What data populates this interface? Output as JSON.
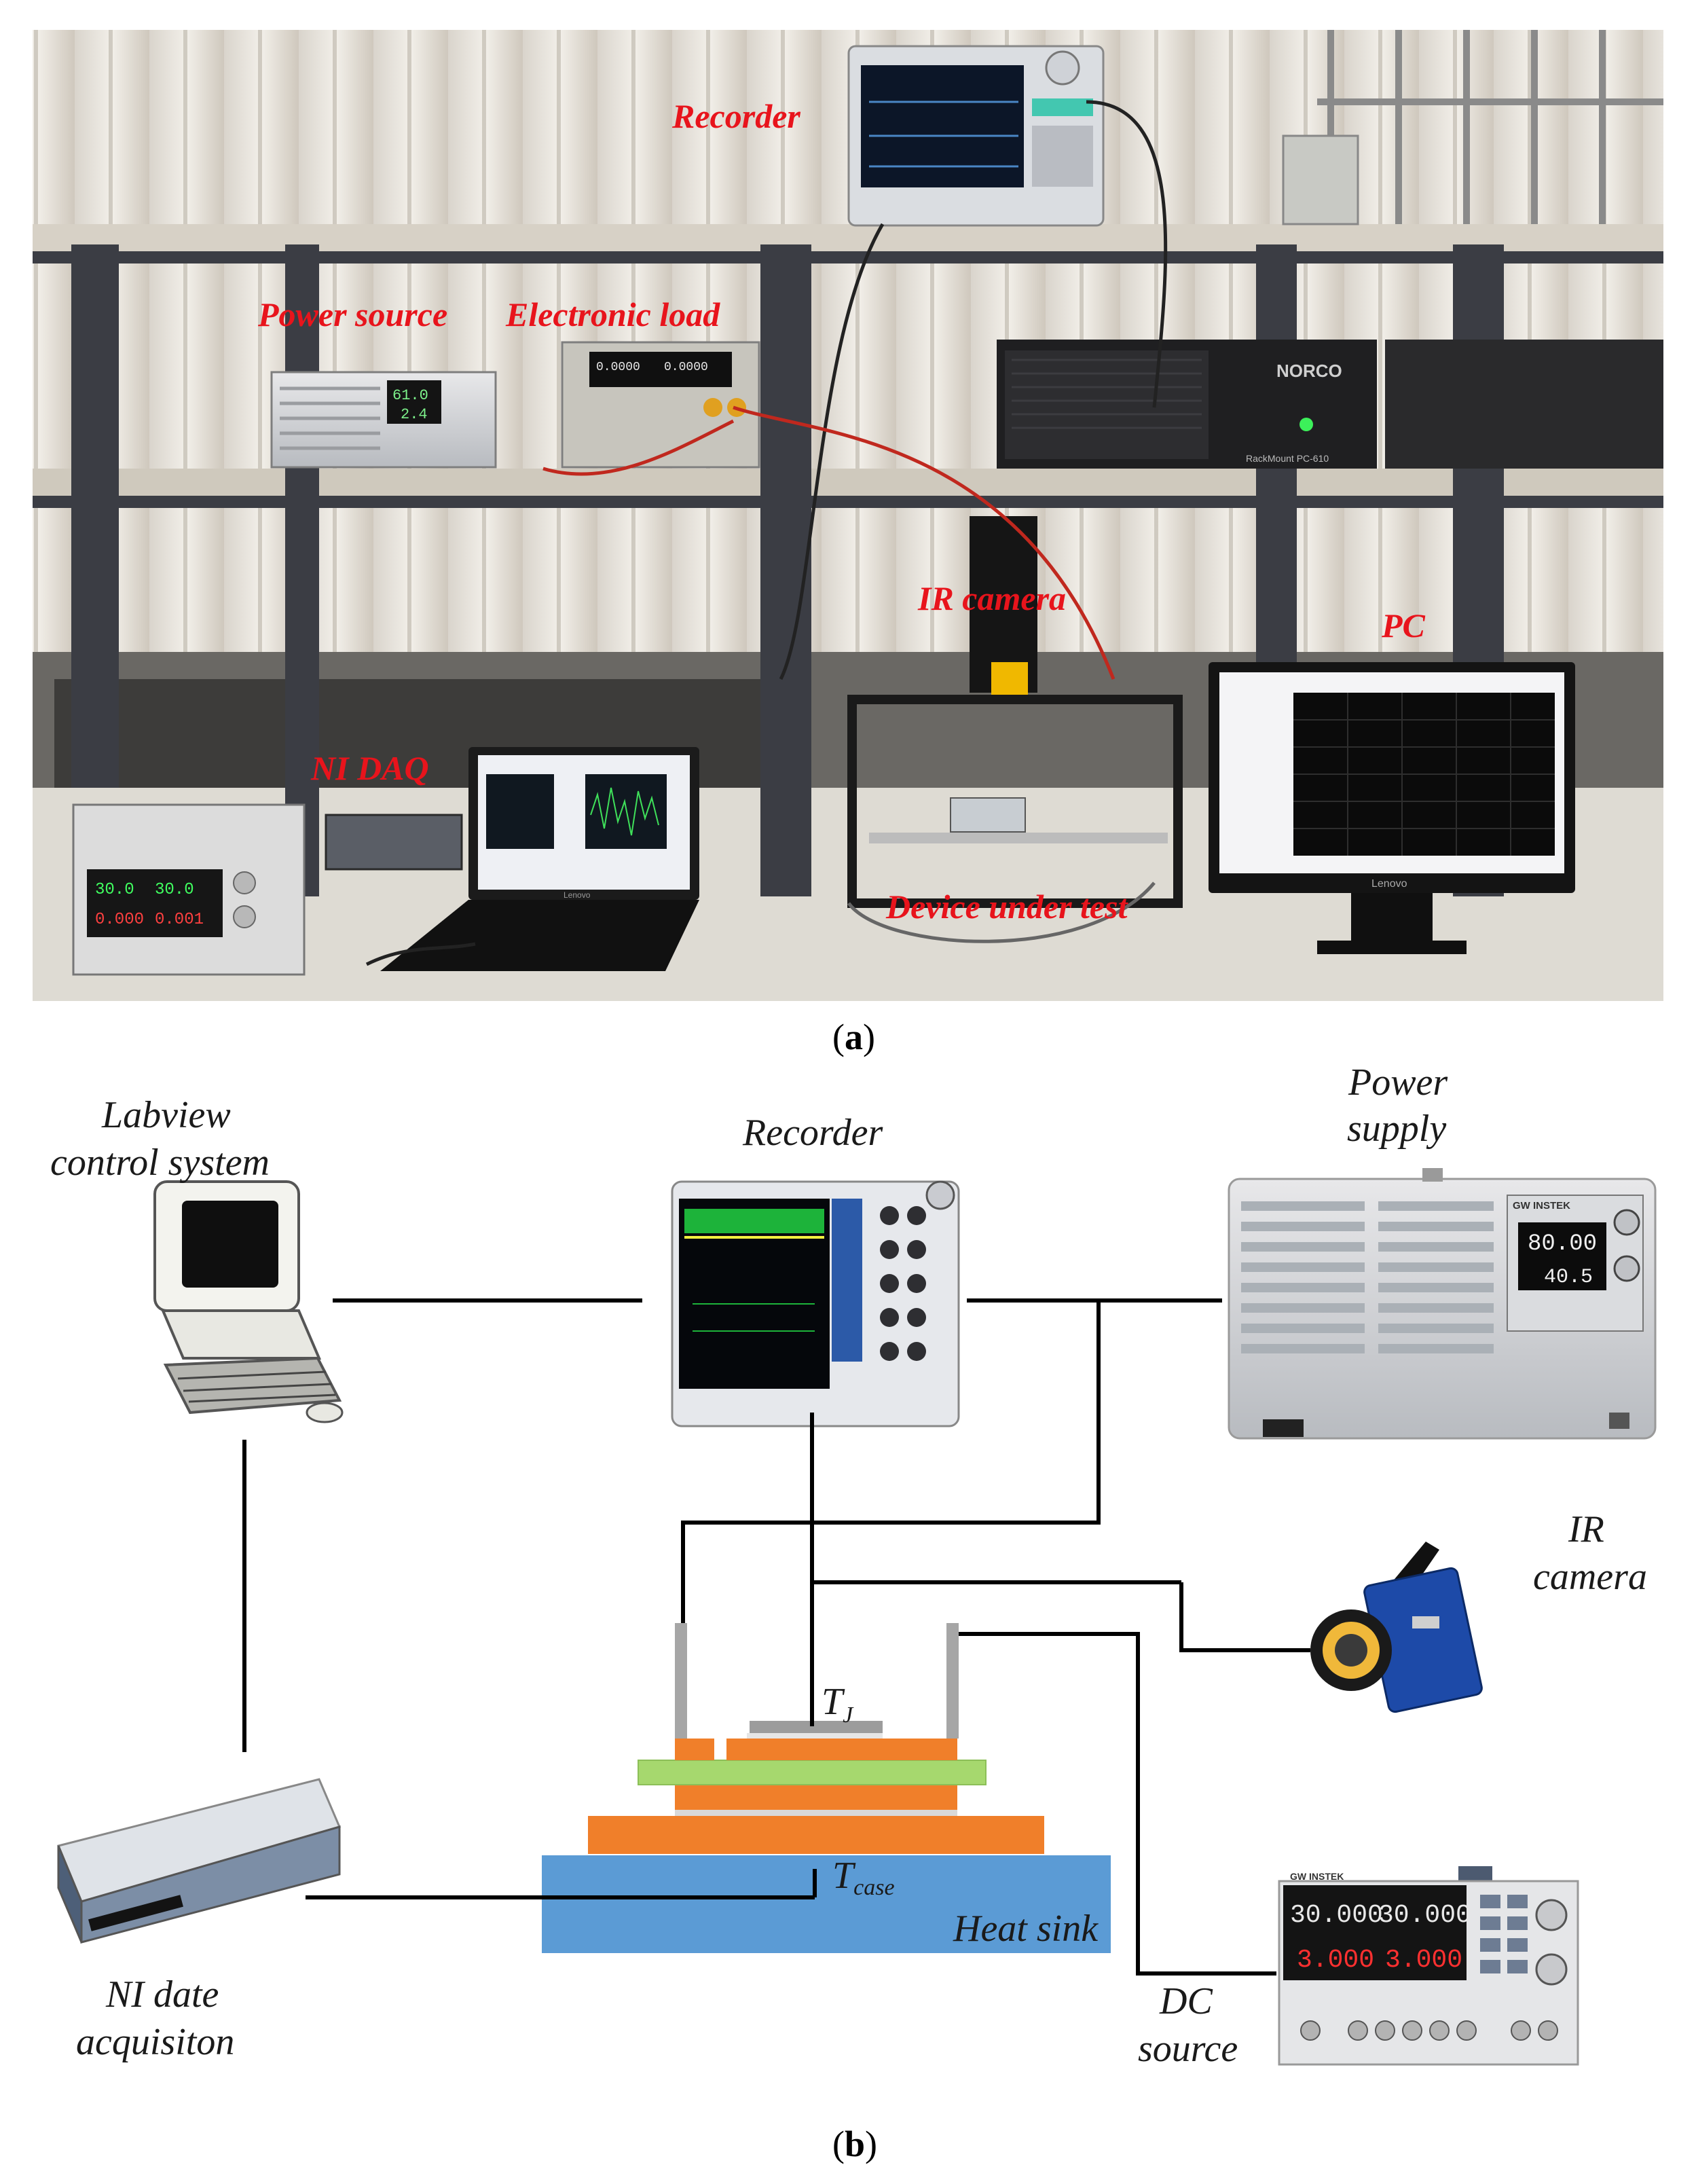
{
  "panel_a": {
    "caption_open": "(",
    "caption_letter": "a",
    "caption_close": ")",
    "labels": {
      "recorder": "Recorder",
      "power_source": "Power source",
      "electronic_load": "Electronic load",
      "ir_camera": "IR camera",
      "pc": "PC",
      "ni_daq": "NI DAQ",
      "device_under_test": "Device under test"
    },
    "instrument_readouts": {
      "power_readout": "61.0",
      "power_readout_2": "2.4",
      "load_readout_1": "0.0000",
      "load_readout_2": "0.0000",
      "dc_readout_1": "30.0",
      "dc_readout_2": "30.0",
      "dc_readout_3": "0.000",
      "dc_readout_4": "0.001",
      "rack_brand": "NORCO",
      "rack_model": "RackMount PC-610",
      "monitor_brand": "Lenovo",
      "laptop_brand": "Lenovo"
    }
  },
  "panel_b": {
    "caption_open": "(",
    "caption_letter": "b",
    "caption_close": ")",
    "labels": {
      "labview_line1": "Labview",
      "labview_line2": "control system",
      "recorder": "Recorder",
      "power_supply_line1": "Power",
      "power_supply_line2": "supply",
      "ir_camera_line1": "IR",
      "ir_camera_line2": "camera",
      "ni_line1": "NI date",
      "ni_line2": "acquisiton",
      "dc_line1": "DC",
      "dc_line2": "source",
      "tj_main": "T",
      "tj_sub": "J",
      "tcase_main": "T",
      "tcase_sub": "case",
      "heat_sink": "Heat sink"
    },
    "readouts": {
      "power_supply_brand": "GW INSTEK",
      "power_supply_v": "80.00",
      "power_supply_a": "40.5",
      "dc_brand": "GW INSTEK",
      "dc_v1": "30.000",
      "dc_v2": "30.000",
      "dc_a1": "3.000",
      "dc_a2": "3.000"
    }
  },
  "colors": {
    "label_red": "#e8141c",
    "copper": "#f07f2a",
    "substrate_green": "#a6d86e",
    "heat_sink_blue": "#5b9bd5",
    "die_gray": "#9c9c9c",
    "terminal_gray": "#a6a6a6"
  }
}
